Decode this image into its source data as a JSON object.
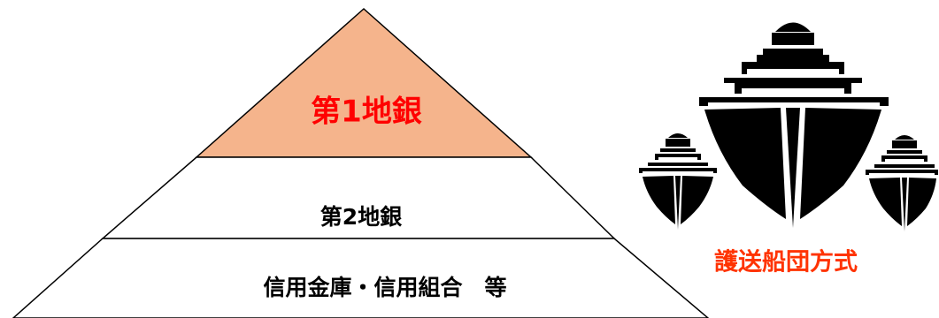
{
  "diagram": {
    "tiers": [
      {
        "label": "第1地銀",
        "fill": "#f5b48c",
        "text_color": "#ff0000"
      },
      {
        "label": "第2地銀",
        "fill": "#ffffff",
        "text_color": "#000000"
      },
      {
        "label": "信用金庫・信用組合　等",
        "fill": "#ffffff",
        "text_color": "#000000"
      }
    ],
    "convoy": {
      "label": "護送船団方式",
      "text_color": "#ff3300",
      "ships": [
        "large-ship-icon",
        "small-ship-icon",
        "small-ship-icon"
      ]
    }
  }
}
